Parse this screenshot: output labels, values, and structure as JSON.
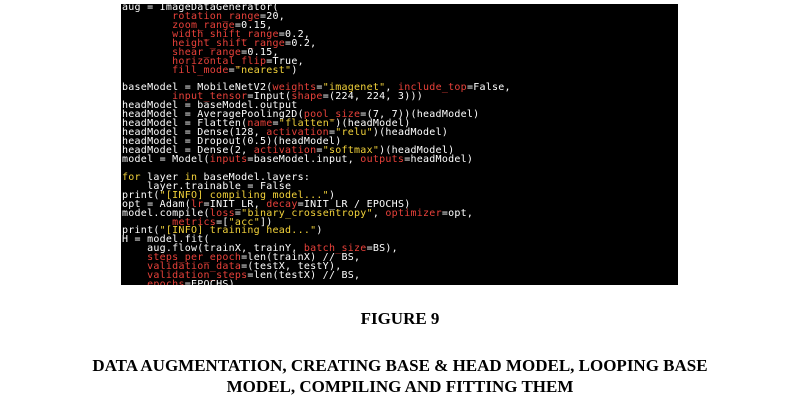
{
  "code_lines": [
    [
      {
        "t": "aug = ImageDataGenerator(",
        "c": "w"
      }
    ],
    [
      {
        "t": "        rotation_range",
        "c": "r"
      },
      {
        "t": "=20,",
        "c": "w"
      }
    ],
    [
      {
        "t": "        zoom_range",
        "c": "r"
      },
      {
        "t": "=0.15,",
        "c": "w"
      }
    ],
    [
      {
        "t": "        width_shift_range",
        "c": "r"
      },
      {
        "t": "=0.2,",
        "c": "w"
      }
    ],
    [
      {
        "t": "        height_shift_range",
        "c": "r"
      },
      {
        "t": "=0.2,",
        "c": "w"
      }
    ],
    [
      {
        "t": "        shear_range",
        "c": "r"
      },
      {
        "t": "=0.15,",
        "c": "w"
      }
    ],
    [
      {
        "t": "        horizontal_flip",
        "c": "r"
      },
      {
        "t": "=True,",
        "c": "w"
      }
    ],
    [
      {
        "t": "        fill_mode",
        "c": "r"
      },
      {
        "t": "=",
        "c": "w"
      },
      {
        "t": "\"nearest\"",
        "c": "y"
      },
      {
        "t": ")",
        "c": "w"
      }
    ],
    [
      {
        "t": "",
        "c": "w"
      }
    ],
    [
      {
        "t": "baseModel = MobileNetV2(",
        "c": "w"
      },
      {
        "t": "weights",
        "c": "r"
      },
      {
        "t": "=",
        "c": "w"
      },
      {
        "t": "\"imagenet\"",
        "c": "y"
      },
      {
        "t": ", ",
        "c": "w"
      },
      {
        "t": "include_top",
        "c": "r"
      },
      {
        "t": "=False,",
        "c": "w"
      }
    ],
    [
      {
        "t": "        ",
        "c": "w"
      },
      {
        "t": "input_tensor",
        "c": "r"
      },
      {
        "t": "=Input(",
        "c": "w"
      },
      {
        "t": "shape",
        "c": "r"
      },
      {
        "t": "=(224, 224, 3)))",
        "c": "w"
      }
    ],
    [
      {
        "t": "headModel = baseModel.output",
        "c": "w"
      }
    ],
    [
      {
        "t": "headModel = AveragePooling2D(",
        "c": "w"
      },
      {
        "t": "pool_size",
        "c": "r"
      },
      {
        "t": "=(7, 7))(headModel)",
        "c": "w"
      }
    ],
    [
      {
        "t": "headModel = Flatten(",
        "c": "w"
      },
      {
        "t": "name",
        "c": "r"
      },
      {
        "t": "=",
        "c": "w"
      },
      {
        "t": "\"flatten\"",
        "c": "y"
      },
      {
        "t": ")(headModel)",
        "c": "w"
      }
    ],
    [
      {
        "t": "headModel = Dense(128, ",
        "c": "w"
      },
      {
        "t": "activation",
        "c": "r"
      },
      {
        "t": "=",
        "c": "w"
      },
      {
        "t": "\"relu\"",
        "c": "y"
      },
      {
        "t": ")(headModel)",
        "c": "w"
      }
    ],
    [
      {
        "t": "headModel = Dropout(0.5)(headModel)",
        "c": "w"
      }
    ],
    [
      {
        "t": "headModel = Dense(2, ",
        "c": "w"
      },
      {
        "t": "activation",
        "c": "r"
      },
      {
        "t": "=",
        "c": "w"
      },
      {
        "t": "\"softmax\"",
        "c": "y"
      },
      {
        "t": ")(headModel)",
        "c": "w"
      }
    ],
    [
      {
        "t": "model = Model(",
        "c": "w"
      },
      {
        "t": "inputs",
        "c": "r"
      },
      {
        "t": "=baseModel.input, ",
        "c": "w"
      },
      {
        "t": "outputs",
        "c": "r"
      },
      {
        "t": "=headModel)",
        "c": "w"
      }
    ],
    [
      {
        "t": "",
        "c": "w"
      }
    ],
    [
      {
        "t": "for",
        "c": "y"
      },
      {
        "t": " layer ",
        "c": "w"
      },
      {
        "t": "in",
        "c": "y"
      },
      {
        "t": " baseModel.layers:",
        "c": "w"
      }
    ],
    [
      {
        "t": "    layer.trainable = False",
        "c": "w"
      }
    ],
    [
      {
        "t": "print(",
        "c": "w"
      },
      {
        "t": "\"[INFO] compiling model...\"",
        "c": "y"
      },
      {
        "t": ")",
        "c": "w"
      }
    ],
    [
      {
        "t": "opt = Adam(",
        "c": "w"
      },
      {
        "t": "lr",
        "c": "r"
      },
      {
        "t": "=INIT_LR, ",
        "c": "w"
      },
      {
        "t": "decay",
        "c": "r"
      },
      {
        "t": "=INIT_LR / EPOCHS)",
        "c": "w"
      }
    ],
    [
      {
        "t": "model.compile(",
        "c": "w"
      },
      {
        "t": "loss",
        "c": "r"
      },
      {
        "t": "=",
        "c": "w"
      },
      {
        "t": "\"binary_crossentropy\"",
        "c": "y"
      },
      {
        "t": ", ",
        "c": "w"
      },
      {
        "t": "optimizer",
        "c": "r"
      },
      {
        "t": "=opt,",
        "c": "w"
      }
    ],
    [
      {
        "t": "        ",
        "c": "w"
      },
      {
        "t": "metrics",
        "c": "r"
      },
      {
        "t": "=[",
        "c": "w"
      },
      {
        "t": "\"acc\"",
        "c": "y"
      },
      {
        "t": "])",
        "c": "w"
      }
    ],
    [
      {
        "t": "print(",
        "c": "w"
      },
      {
        "t": "\"[INFO] training head...\"",
        "c": "y"
      },
      {
        "t": ")",
        "c": "w"
      }
    ],
    [
      {
        "t": "H = model.fit(",
        "c": "w"
      }
    ],
    [
      {
        "t": "    aug.flow(trainX, trainY, ",
        "c": "w"
      },
      {
        "t": "batch_size",
        "c": "r"
      },
      {
        "t": "=BS),",
        "c": "w"
      }
    ],
    [
      {
        "t": "    ",
        "c": "w"
      },
      {
        "t": "steps_per_epoch",
        "c": "r"
      },
      {
        "t": "=len(trainX) // BS,",
        "c": "w"
      }
    ],
    [
      {
        "t": "    ",
        "c": "w"
      },
      {
        "t": "validation_data",
        "c": "r"
      },
      {
        "t": "=(testX, testY),",
        "c": "w"
      }
    ],
    [
      {
        "t": "    ",
        "c": "w"
      },
      {
        "t": "validation_steps",
        "c": "r"
      },
      {
        "t": "=len(testX) // BS,",
        "c": "w"
      }
    ],
    [
      {
        "t": "    ",
        "c": "w"
      },
      {
        "t": "epochs",
        "c": "r"
      },
      {
        "t": "=EPOCHS)",
        "c": "w"
      }
    ]
  ],
  "figure": {
    "label": "FIGURE 9",
    "caption_line1": "DATA AUGMENTATION, CREATING BASE & HEAD MODEL, LOOPING BASE",
    "caption_line2": "MODEL, COMPILING AND FITTING THEM"
  },
  "colors": {
    "background": "#000000",
    "default_text": "#ffffff",
    "keyword_argument": "#e8413a",
    "string_literal": "#f2d23a"
  }
}
